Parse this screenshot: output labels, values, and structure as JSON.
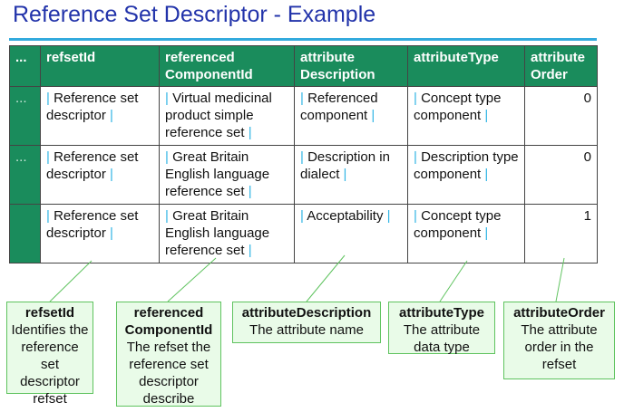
{
  "title": "Reference Set Descriptor - Example",
  "table": {
    "headers": [
      "...",
      "refsetId",
      "referenced ComponentId",
      "attribute Description",
      "attributeType",
      "attribute Order"
    ],
    "rows": [
      {
        "stub": "...",
        "refsetId": "Reference set descriptor",
        "referencedComponentId": "Virtual medicinal product simple reference set",
        "attributeDescription": "Referenced component",
        "attributeType": "Concept type component",
        "attributeOrder": "0"
      },
      {
        "stub": "...",
        "refsetId": "Reference set descriptor",
        "referencedComponentId": "Great Britain English language reference set",
        "attributeDescription": "Description in dialect",
        "attributeType": "Description type component",
        "attributeOrder": "0"
      },
      {
        "stub": "",
        "refsetId": "Reference set descriptor",
        "referencedComponentId": "Great Britain English language reference set",
        "attributeDescription": "Acceptability",
        "attributeType": "Concept type component",
        "attributeOrder": "1"
      }
    ]
  },
  "callouts": {
    "refsetId": {
      "heading": "refsetId",
      "text": "Identifies the reference set descriptor refset"
    },
    "referencedComponentId": {
      "heading": "referenced ComponentId",
      "text": "The refset the reference set descriptor describe"
    },
    "attributeDescription": {
      "heading": "attributeDescription",
      "text": "The attribute name"
    },
    "attributeType": {
      "heading": "attributeType",
      "text": "The attribute data type"
    },
    "attributeOrder": {
      "heading": "attributeOrder",
      "text": "The attribute order in the refset"
    }
  },
  "colors": {
    "title": "#2233aa",
    "rule": "#33aadd",
    "header": "#1a8c5c",
    "bar": "#33b5e5",
    "callout_bg": "#e9fbe8",
    "callout_border": "#5fc35f"
  }
}
